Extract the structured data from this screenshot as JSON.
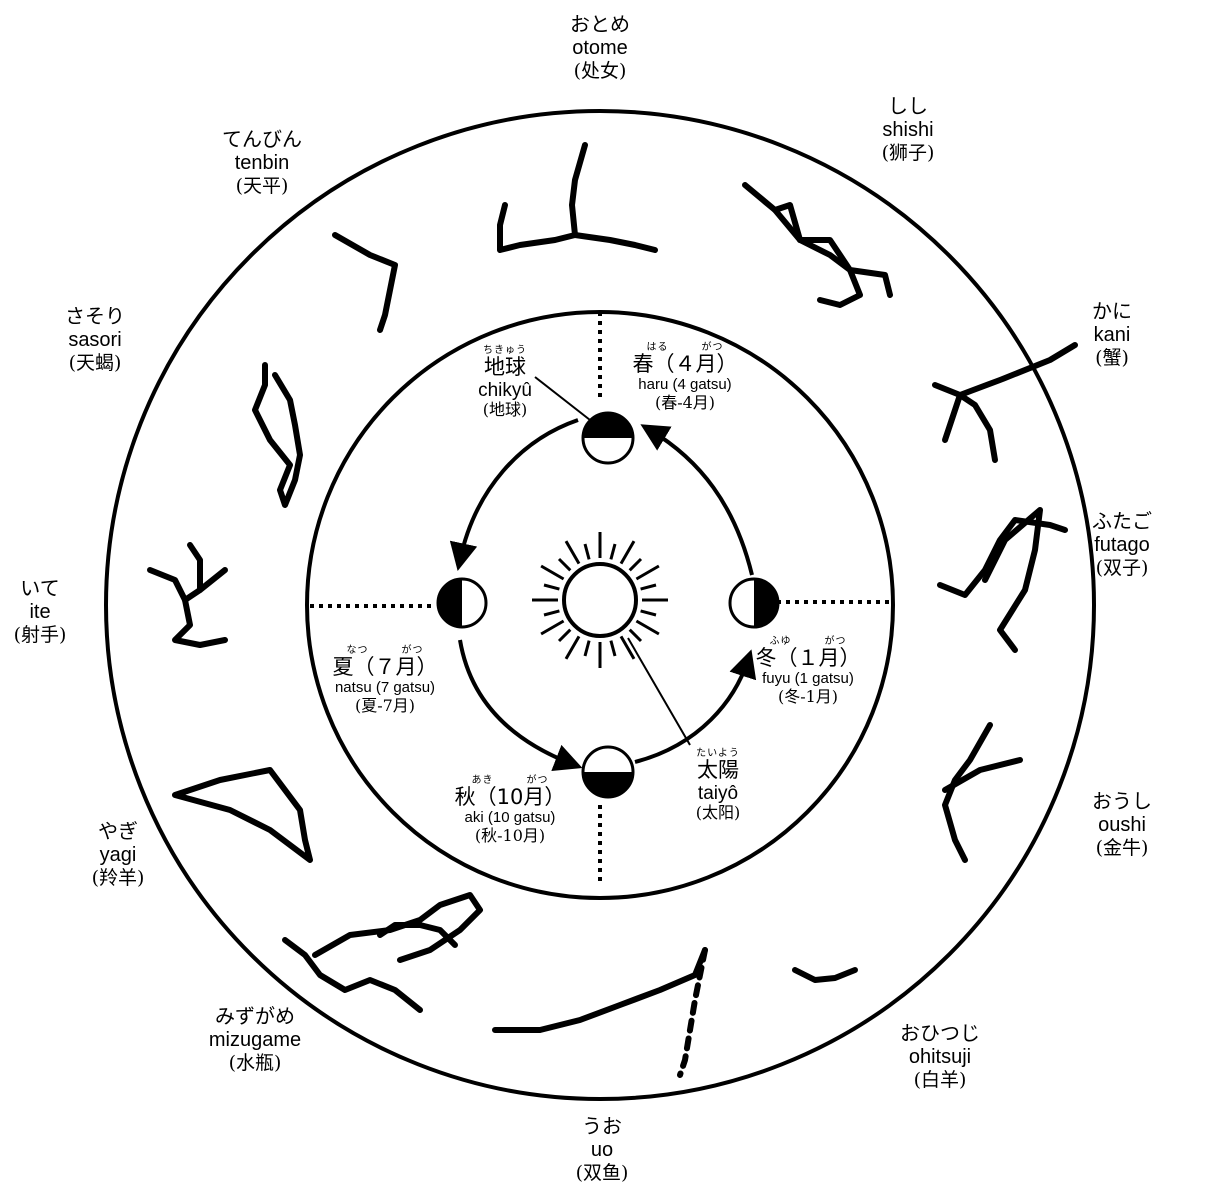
{
  "constellations": {
    "otome": {
      "kana": "おとめ",
      "romaji": "otome",
      "kanji": "(处女)"
    },
    "shishi": {
      "kana": "しし",
      "romaji": "shishi",
      "kanji": "(狮子)"
    },
    "kani": {
      "kana": "かに",
      "romaji": "kani",
      "kanji": "(蟹)"
    },
    "futago": {
      "kana": "ふたご",
      "romaji": "futago",
      "kanji": "(双子)"
    },
    "oushi": {
      "kana": "おうし",
      "romaji": "oushi",
      "kanji": "(金牛)"
    },
    "ohitsuji": {
      "kana": "おひつじ",
      "romaji": "ohitsuji",
      "kanji": "(白羊)"
    },
    "uo": {
      "kana": "うお",
      "romaji": "uo",
      "kanji": "(双鱼)"
    },
    "mizugame": {
      "kana": "みずがめ",
      "romaji": "mizugame",
      "kanji": "(水瓶)"
    },
    "yagi": {
      "kana": "やぎ",
      "romaji": "yagi",
      "kanji": "(羚羊)"
    },
    "ite": {
      "kana": "いて",
      "romaji": "ite",
      "kanji": "(射手)"
    },
    "sasori": {
      "kana": "さそり",
      "romaji": "sasori",
      "kanji": "(天蝎)"
    },
    "tenbin": {
      "kana": "てんびん",
      "romaji": "tenbin",
      "kanji": "(天平)"
    }
  },
  "earth": {
    "ruby": "ちきゅう",
    "main": "地球",
    "romaji": "chikyû",
    "kanji": "(地球)"
  },
  "sun": {
    "ruby": "たいよう",
    "main": "太陽",
    "romaji": "taiyô",
    "kanji": "(太阳)"
  },
  "seasons": {
    "spring": {
      "ruby": "はる　　　がつ",
      "main": "春（４月）",
      "romaji": "haru (4 gatsu)",
      "kanji": "(春-4月)"
    },
    "summer": {
      "ruby": "なつ　　　がつ",
      "main": "夏（７月）",
      "romaji": "natsu (7 gatsu)",
      "kanji": "(夏-7月)"
    },
    "autumn": {
      "ruby": "あき　　　がつ",
      "main": "秋（10月）",
      "romaji": "aki (10 gatsu)",
      "kanji": "(秋-10月)"
    },
    "winter": {
      "ruby": "ふゆ　　　がつ",
      "main": "冬（１月）",
      "romaji": "fuyu (1 gatsu)",
      "kanji": "(冬-1月)"
    }
  }
}
